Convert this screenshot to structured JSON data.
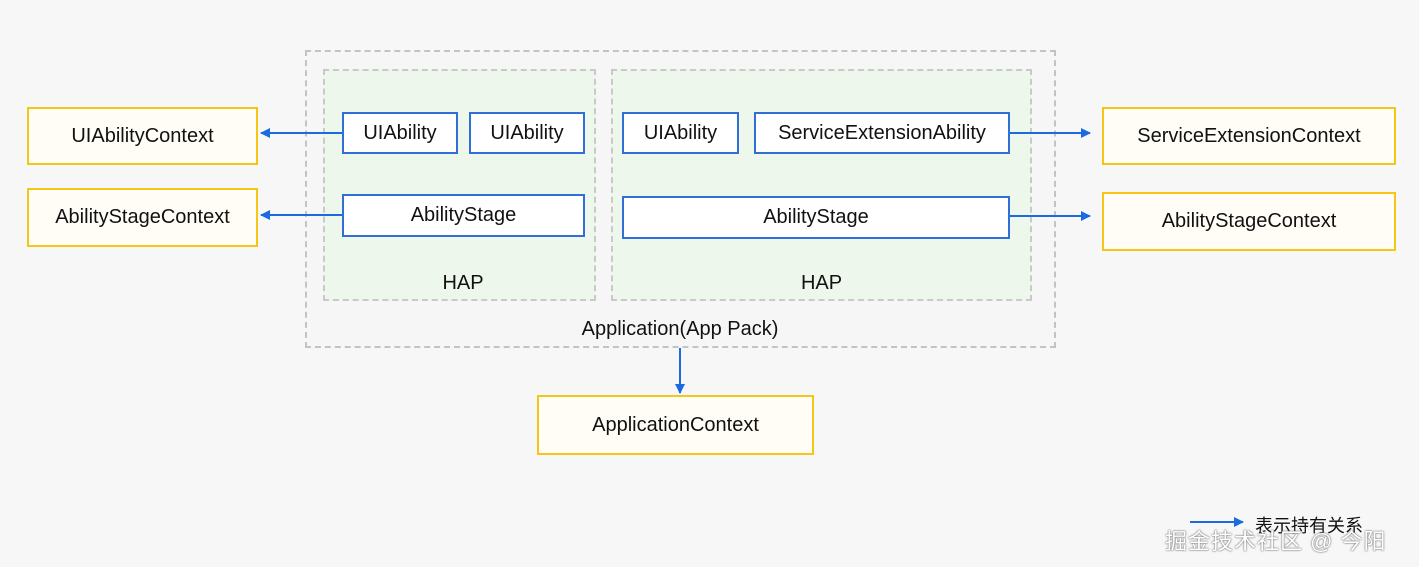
{
  "application": {
    "label": "Application(App Pack)"
  },
  "haps": [
    {
      "label": "HAP",
      "abilities": [
        "UIAbility",
        "UIAbility"
      ],
      "stage": "AbilityStage"
    },
    {
      "label": "HAP",
      "abilities": [
        "UIAbility",
        "ServiceExtensionAbility"
      ],
      "stage": "AbilityStage"
    }
  ],
  "contexts": {
    "left_top": "UIAbilityContext",
    "left_bottom": "AbilityStageContext",
    "right_top": "ServiceExtensionContext",
    "right_bottom": "AbilityStageContext",
    "application": "ApplicationContext"
  },
  "legend": {
    "label": "表示持有关系"
  },
  "watermark": "掘金技术社区 @ 今阳",
  "colors": {
    "context_border": "#f5c518",
    "component_border": "#2f6fd6",
    "arrow": "#1a6ae0",
    "hap_fill": "#eef7ec"
  }
}
